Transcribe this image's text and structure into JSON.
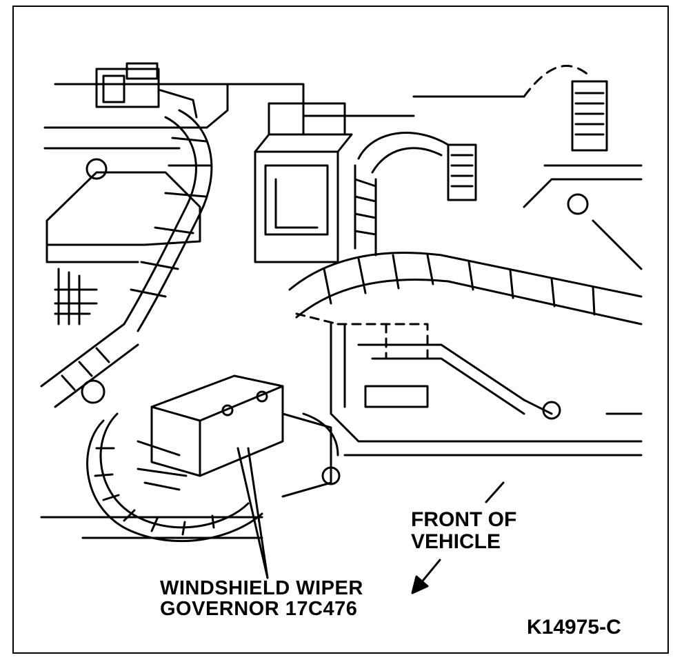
{
  "diagram": {
    "callout": {
      "line1": "WINDSHIELD WIPER",
      "line2": "GOVERNOR 17C476"
    },
    "direction": {
      "line1": "FRONT OF",
      "line2": "VEHICLE"
    },
    "figure_id": "K14975-C",
    "colors": {
      "ink": "#000000",
      "paper": "#ffffff"
    },
    "icons": [
      "direction-arrow-icon",
      "leader-line"
    ]
  }
}
